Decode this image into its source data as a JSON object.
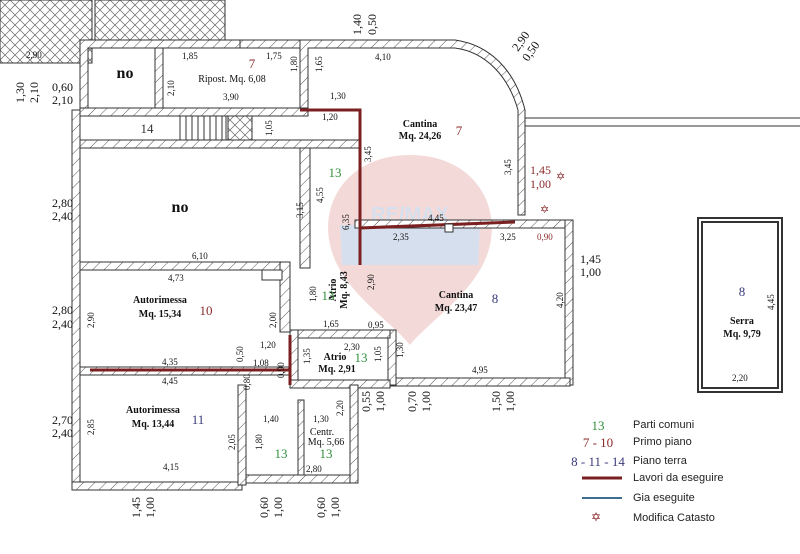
{
  "rooms": {
    "no_top": "no",
    "no_mid": "no",
    "ripost": "Ripost. Mq. 6,08",
    "ripost_num": "7",
    "stair_num": "14",
    "cantina1": "Cantina",
    "cantina1_area": "Mq. 24,26",
    "cantina1_num": "7",
    "atrio1": "Atrio",
    "atrio1_area": "Mq. 8,43",
    "atrio1_num": "13",
    "atrio1_num_top": "13",
    "autorimessa1": "Autorimessa",
    "autorimessa1_area": "Mq. 15,34",
    "autorimessa1_num": "10",
    "cantina2": "Cantina",
    "cantina2_area": "Mq. 23,47",
    "cantina2_num": "8",
    "atrio2": "Atrio",
    "atrio2_area": "Mq. 2,91",
    "atrio2_num": "13",
    "autorimessa2": "Autorimessa",
    "autorimessa2_area": "Mq. 13,44",
    "autorimessa2_num": "11",
    "centr": "Centr.",
    "centr_area": "Mq. 5,66",
    "centr_num_a": "13",
    "centr_num_b": "13",
    "serra": "Serra",
    "serra_area": "Mq. 9,79",
    "serra_num": "8"
  },
  "dims": {
    "d290a": "2,90",
    "d210a": "2,10",
    "d130": "1,30",
    "d060a": "0,60",
    "d210b": "2,10",
    "d185": "1,85",
    "d175": "1,75",
    "d180a": "1,80",
    "d165a": "1,65",
    "d210c": "2,10",
    "d390": "3,90",
    "d130b": "1,30",
    "d120a": "1,20",
    "d105a": "1,05",
    "d140": "1,40",
    "d050a": "0,50",
    "d410": "4,10",
    "d290b": "2,90",
    "d050b": "0,50",
    "d345a": "3,45",
    "d345b": "3,45",
    "d145a": "1,45",
    "d100a": "1,00",
    "d280a": "2,80",
    "d240a": "2,40",
    "d315": "3,15",
    "d455": "4,55",
    "d635": "6,35",
    "d445": "4,45",
    "d235": "2,35",
    "d325": "3,25",
    "d090a": "0,90",
    "d610": "6,10",
    "d145b": "1,45",
    "d100b": "1,00",
    "d473": "4,73",
    "d290c": "2,90",
    "d180b": "1,80",
    "d420": "4,20",
    "d280b": "2,80",
    "d240b": "2,40",
    "d290d": "2,90",
    "d200": "2,00",
    "d165b": "1,65",
    "d095": "0,95",
    "d120b": "1,20",
    "d230": "2,30",
    "d435": "4,35",
    "d050c": "0,50",
    "d108": "1,08",
    "d135": "1,35",
    "d105b": "1,05",
    "d130c": "1,30",
    "d445b": "4,45",
    "d080": "0,80",
    "d090b": "0,90",
    "d495": "4,95",
    "d055": "0,55",
    "d100c": "1,00",
    "d070": "0,70",
    "d100d": "1,00",
    "d150": "1,50",
    "d100e": "1,00",
    "d270": "2,70",
    "d240c": "2,40",
    "d285": "2,85",
    "d205": "2,05",
    "d140b": "1,40",
    "d130d": "1,30",
    "d180c": "1,80",
    "d220a": "2,20",
    "d415": "4,15",
    "d280c": "2,80",
    "d145c": "1,45",
    "d100f": "1,00",
    "d060b": "0,60",
    "d100g": "1,00",
    "d060c": "0,60",
    "d100h": "1,00",
    "d445c": "4,45",
    "d220b": "2,20"
  },
  "legend": {
    "comuni_num": "13",
    "comuni": "Parti comuni",
    "primo_num": "7 - 10",
    "primo": "Primo piano",
    "terra_num": "8 - 11 - 14",
    "terra": "Piano terra",
    "lavori": "Lavori da eseguire",
    "gia": "Gia eseguite",
    "modifica": "Modifica Catasto"
  },
  "watermark": {
    "brand": "RE/MAX"
  },
  "colors": {
    "red_number": "#8b2a2a",
    "green_number": "#2f8f3a",
    "blue_number": "#3a3a7a",
    "work_line": "#7a2020",
    "done_line": "#3a6f8f"
  }
}
